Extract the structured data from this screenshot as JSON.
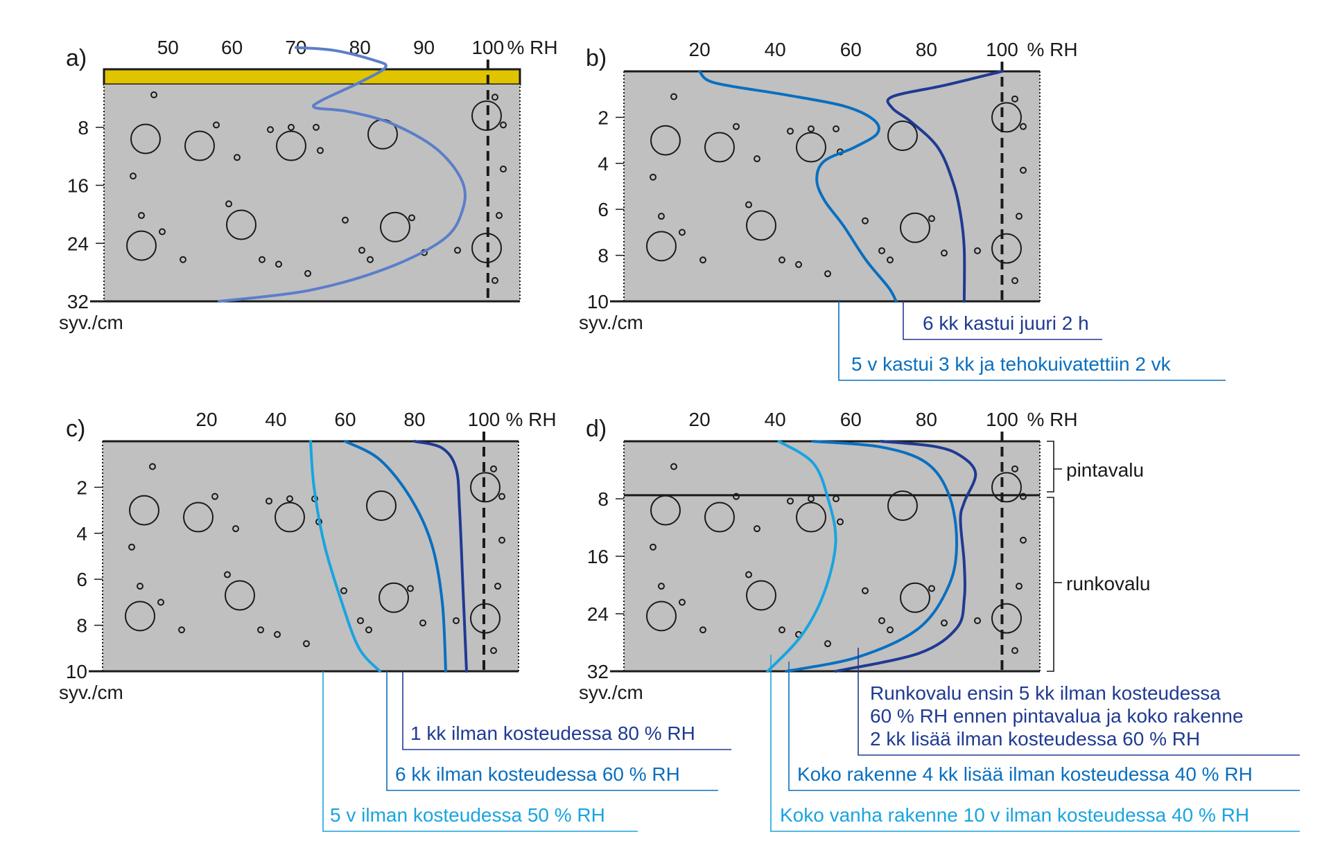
{
  "colors": {
    "concrete": "#c0c0c0",
    "coating": "#e0c400",
    "axis": "#1a1a1a",
    "line_a": "#5b7ec9",
    "dark": "#1f3a93",
    "mid": "#0a6fbf",
    "light": "#19a4e0"
  },
  "unit_label": "% RH",
  "depth_label": "syv./cm",
  "chart_data": [
    {
      "panel": "a)",
      "type": "line",
      "x_ticks": [
        "50",
        "60",
        "70",
        "80",
        "90",
        "100"
      ],
      "xlim": [
        40,
        105
      ],
      "y_ticks": [
        "8",
        "16",
        "24",
        "32"
      ],
      "ylim": [
        0,
        32
      ],
      "has_coating": true,
      "reference_x": 100,
      "series": [
        {
          "color_key": "line_a",
          "label": "",
          "points": [
            [
              70,
              -3
            ],
            [
              76,
              -2.6
            ],
            [
              82,
              -1.3
            ],
            [
              84,
              -0.3
            ],
            [
              80,
              1.8
            ],
            [
              74,
              4.3
            ],
            [
              73,
              5.3
            ],
            [
              78,
              5.8
            ],
            [
              85,
              7.5
            ],
            [
              92,
              11
            ],
            [
              96,
              15.5
            ],
            [
              96,
              19.5
            ],
            [
              93,
              23.5
            ],
            [
              84,
              27.5
            ],
            [
              72,
              30.5
            ],
            [
              58,
              32
            ]
          ]
        }
      ]
    },
    {
      "panel": "b)",
      "type": "line",
      "x_ticks": [
        "20",
        "40",
        "60",
        "80",
        "100"
      ],
      "xlim": [
        0,
        110
      ],
      "y_ticks": [
        "2",
        "4",
        "6",
        "8",
        "10"
      ],
      "ylim": [
        0,
        10
      ],
      "has_coating": false,
      "reference_x": 100,
      "series": [
        {
          "color_key": "dark",
          "label": "6 kk kastui juuri 2 h",
          "points": [
            [
              100,
              0
            ],
            [
              85,
              0.6
            ],
            [
              71,
              1.1
            ],
            [
              71,
              1.6
            ],
            [
              76,
              2.2
            ],
            [
              83,
              3.3
            ],
            [
              87,
              4.8
            ],
            [
              89,
              6.2
            ],
            [
              90,
              7.7
            ],
            [
              90,
              10
            ]
          ]
        },
        {
          "color_key": "mid",
          "label": "5 v kastui 3 kk ja tehokuivatettiin 2 vk",
          "points": [
            [
              20,
              0
            ],
            [
              24,
              0.5
            ],
            [
              42,
              1
            ],
            [
              58,
              1.5
            ],
            [
              66,
              2.1
            ],
            [
              67,
              2.7
            ],
            [
              61,
              3.3
            ],
            [
              53,
              3.9
            ],
            [
              51,
              4.7
            ],
            [
              53,
              5.6
            ],
            [
              58,
              6.7
            ],
            [
              64,
              8.2
            ],
            [
              70,
              9.4
            ],
            [
              72,
              10
            ]
          ]
        }
      ]
    },
    {
      "panel": "c)",
      "type": "line",
      "x_ticks": [
        "20",
        "40",
        "60",
        "80",
        "100"
      ],
      "xlim": [
        -10,
        110
      ],
      "y_ticks": [
        "2",
        "4",
        "6",
        "8",
        "10"
      ],
      "ylim": [
        0,
        10
      ],
      "has_coating": false,
      "reference_x": 100,
      "series": [
        {
          "color_key": "dark",
          "label": "1 kk ilman kosteudessa 80 % RH",
          "points": [
            [
              80,
              0
            ],
            [
              88,
              0.3
            ],
            [
              92,
              1.2
            ],
            [
              93,
              3
            ],
            [
              94,
              6.5
            ],
            [
              95,
              10
            ]
          ]
        },
        {
          "color_key": "mid",
          "label": "6 kk ilman kosteudessa 60 % RH",
          "points": [
            [
              60,
              0
            ],
            [
              70,
              0.8
            ],
            [
              79,
              2.5
            ],
            [
              85,
              4.5
            ],
            [
              88,
              7
            ],
            [
              89,
              10
            ]
          ]
        },
        {
          "color_key": "light",
          "label": "5 v ilman kosteudessa 50 % RH",
          "points": [
            [
              50,
              0
            ],
            [
              51,
              2
            ],
            [
              54,
              4.5
            ],
            [
              59,
              7
            ],
            [
              64,
              9
            ],
            [
              70,
              10
            ]
          ]
        }
      ]
    },
    {
      "panel": "d)",
      "type": "line",
      "x_ticks": [
        "20",
        "40",
        "60",
        "80",
        "100"
      ],
      "xlim": [
        0,
        110
      ],
      "y_ticks": [
        "8",
        "16",
        "24",
        "32"
      ],
      "ylim": [
        0,
        32
      ],
      "has_coating": false,
      "layer_boundary_y": 7.5,
      "layers": [
        "pintavalu",
        "runkovalu"
      ],
      "reference_x": 100,
      "series": [
        {
          "color_key": "dark",
          "label": "Runkovalu ensin 5 kk ilman kosteudessa 60 % RH ennen pintavalua ja koko rakenne 2 kk lisää ilman kosteudessa 60 % RH",
          "points": [
            [
              68,
              0
            ],
            [
              82,
              0.7
            ],
            [
              89,
              2
            ],
            [
              93,
              4.5
            ],
            [
              90,
              8.5
            ],
            [
              89,
              11
            ],
            [
              90,
              17
            ],
            [
              90,
              22
            ],
            [
              88,
              26
            ],
            [
              78,
              29.5
            ],
            [
              56,
              32
            ]
          ]
        },
        {
          "color_key": "mid",
          "label": "Koko rakenne 4 kk lisää ilman kosteudessa 40 % RH",
          "points": [
            [
              50,
              0
            ],
            [
              68,
              0.8
            ],
            [
              80,
              3
            ],
            [
              86,
              7.5
            ],
            [
              88,
              14
            ],
            [
              86,
              20
            ],
            [
              78,
              26
            ],
            [
              62,
              30
            ],
            [
              43,
              32
            ]
          ]
        },
        {
          "color_key": "light",
          "label": "Koko vanha rakenne 10 v ilman kosteudessa 40 % RH",
          "points": [
            [
              41,
              0
            ],
            [
              50,
              3
            ],
            [
              54,
              8
            ],
            [
              56,
              14
            ],
            [
              53,
              21
            ],
            [
              47,
              27
            ],
            [
              38,
              32
            ]
          ]
        }
      ]
    }
  ],
  "legend": {
    "b": [
      "6 kk kastui juuri 2 h",
      "5 v kastui 3 kk ja tehokuivatettiin 2 vk"
    ],
    "c": [
      "1 kk ilman kosteudessa 80 % RH",
      "6 kk ilman kosteudessa 60 % RH",
      "5 v ilman kosteudessa 50 % RH"
    ],
    "d_dark": [
      "Runkovalu ensin 5 kk ilman kosteudessa",
      "60 % RH ennen pintavalua ja koko rakenne",
      "2 kk lisää ilman kosteudessa 60 % RH"
    ],
    "d_mid": "Koko rakenne 4 kk lisää ilman kosteudessa 40 % RH",
    "d_light": "Koko vanha rakenne 10 v ilman kosteudessa 40 % RH"
  }
}
